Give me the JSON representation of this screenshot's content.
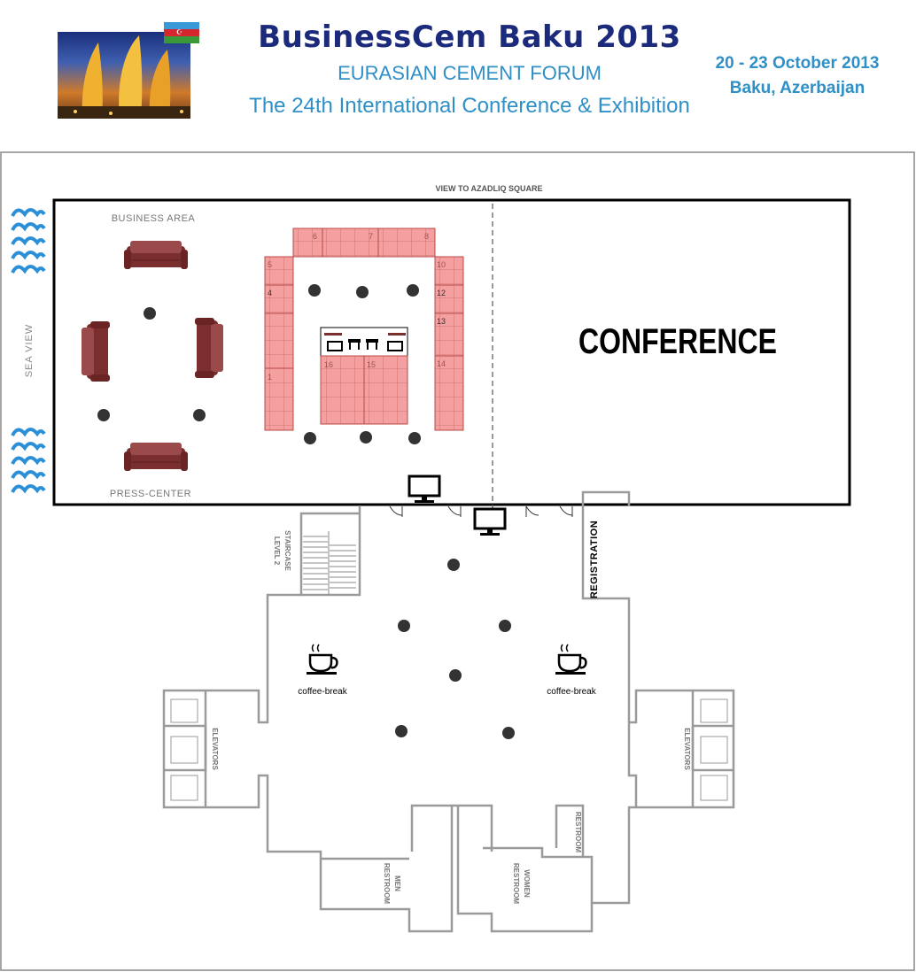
{
  "header": {
    "title": "BusinessCem Baku 2013",
    "subtitle": "EURASIAN CEMENT FORUM",
    "subtitle2": "The 24th International Conference & Exhibition",
    "date": "20 - 23 October 2013",
    "location": "Baku, Azerbaijan"
  },
  "map": {
    "view_label": "VIEW TO AZADLIQ SQUARE",
    "business_area": "BUSINESS AREA",
    "press_center": "PRESS-CENTER",
    "sea_view": "SEA VIEW",
    "conference": "CONFERENCE",
    "registration": "REGISTRATION",
    "staircase_1": "STAIRCASE",
    "staircase_2": "LEVEL 2",
    "elevators_left": "ELEVATORS",
    "elevators_right": "ELEVATORS",
    "coffee_left": "coffee-break",
    "coffee_right": "coffee-break",
    "men_1": "MEN",
    "men_2": "RESTROOM",
    "women_1": "WOMEN",
    "women_2": "RESTROOM",
    "restroom": "RESTROOM",
    "booths": [
      "1",
      "4",
      "5",
      "6",
      "7",
      "8",
      "10",
      "12",
      "13",
      "14",
      "15",
      "16"
    ]
  },
  "colors": {
    "title_navy": "#1b2a7a",
    "accent_blue": "#2f8fc7",
    "booth_fill": "#f29a9a",
    "sofa": "#8a3a3a",
    "wave": "#2a8fd6"
  },
  "icons": [
    "azerbaijan-flag-icon",
    "baku-flame-towers-image",
    "sea-wave-icon",
    "sofa-icon",
    "monitor-icon",
    "coffee-cup-icon"
  ]
}
